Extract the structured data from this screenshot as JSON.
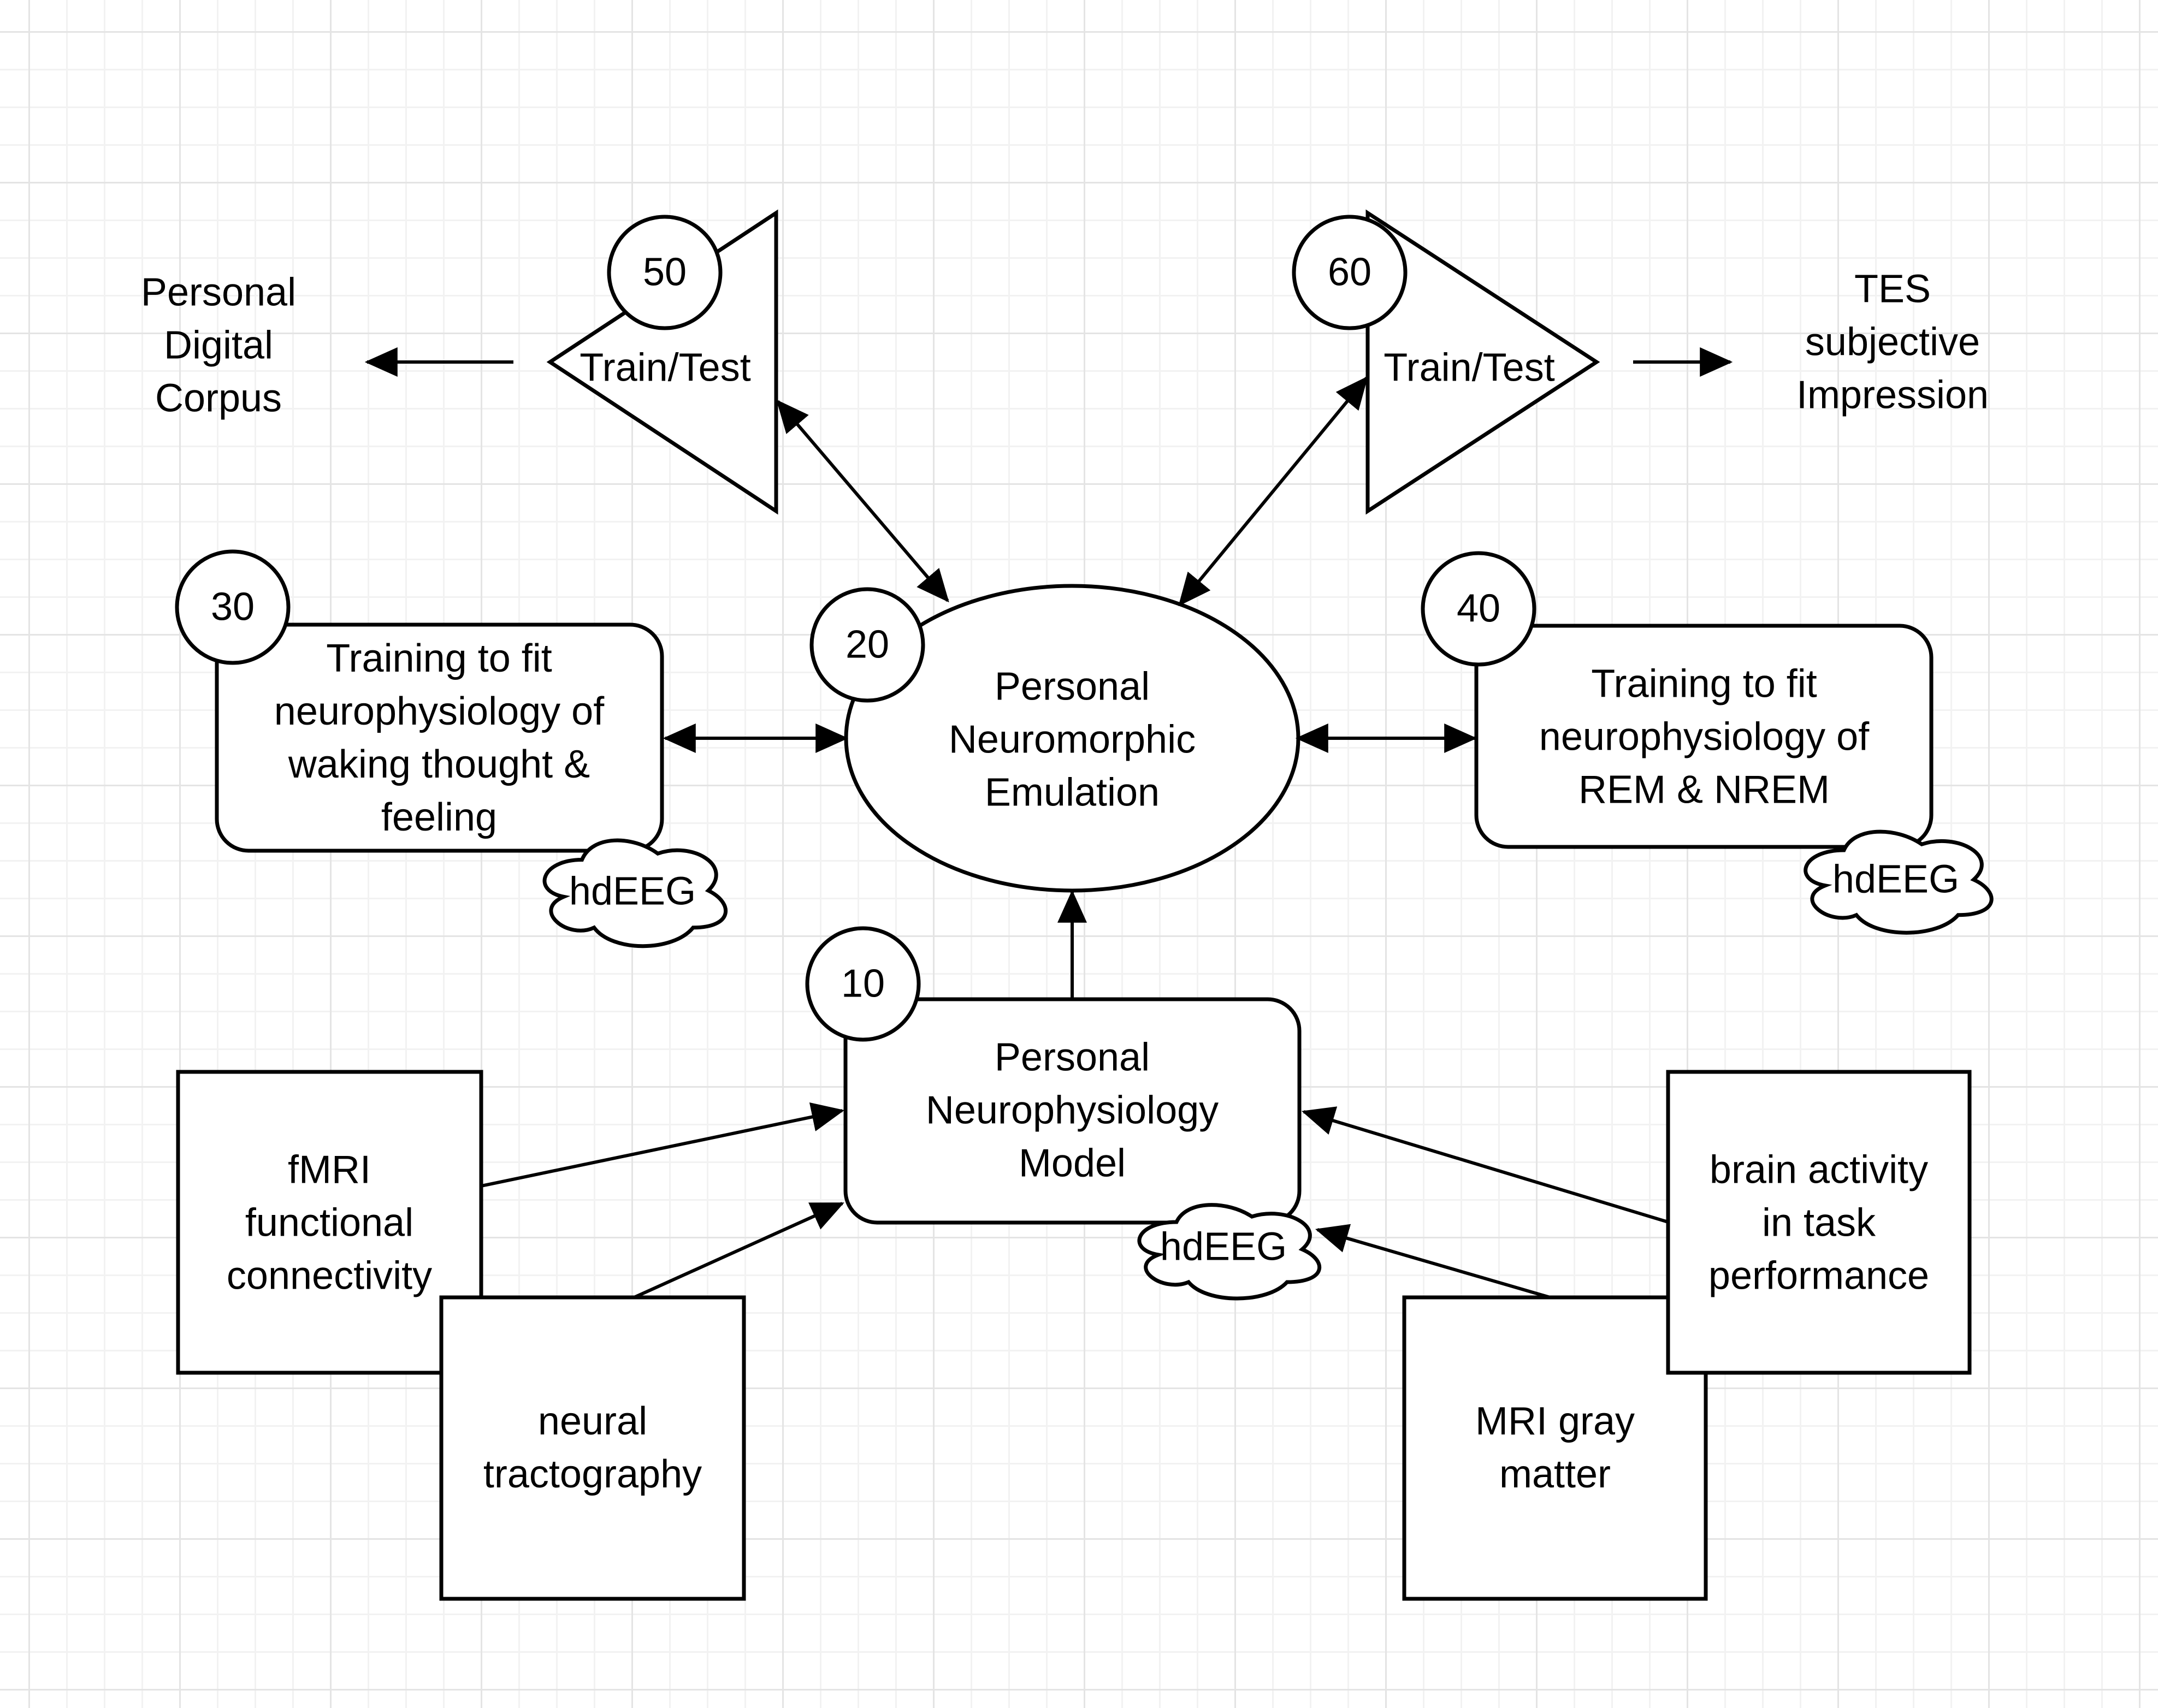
{
  "diagram": {
    "nodes": {
      "corpus": {
        "lines": [
          "Personal",
          "Digital",
          "Corpus"
        ]
      },
      "train_test_left": {
        "label": "Train/Test",
        "badge": "50"
      },
      "train_test_right": {
        "label": "Train/Test",
        "badge": "60"
      },
      "tes": {
        "lines": [
          "TES",
          "subjective",
          "Impression"
        ]
      },
      "waking": {
        "badge": "30",
        "lines": [
          "Training to fit",
          "neurophysiology of",
          "waking thought &",
          "feeling"
        ],
        "cloud": "hdEEG"
      },
      "emulation": {
        "badge": "20",
        "lines": [
          "Personal",
          "Neuromorphic",
          "Emulation"
        ]
      },
      "rem": {
        "badge": "40",
        "lines": [
          "Training to fit",
          "neurophysiology of",
          "REM & NREM"
        ],
        "cloud": "hdEEG"
      },
      "model": {
        "badge": "10",
        "lines": [
          "Personal",
          "Neurophysiology",
          "Model"
        ],
        "cloud": "hdEEG"
      },
      "fmri": {
        "lines": [
          "fMRI",
          "functional",
          "connectivity"
        ]
      },
      "tractography": {
        "lines": [
          "neural",
          "tractography"
        ]
      },
      "brain_activity": {
        "lines": [
          "brain activity",
          "in task",
          "performance"
        ]
      },
      "mri": {
        "lines": [
          "MRI gray",
          "matter"
        ]
      }
    },
    "colors": {
      "background": "#ffffff",
      "shape_fill": "#ffffff",
      "stroke": "#000000",
      "text": "#000000",
      "grid_minor": "#f2f2f2",
      "grid_major": "#e4e4e4"
    }
  }
}
